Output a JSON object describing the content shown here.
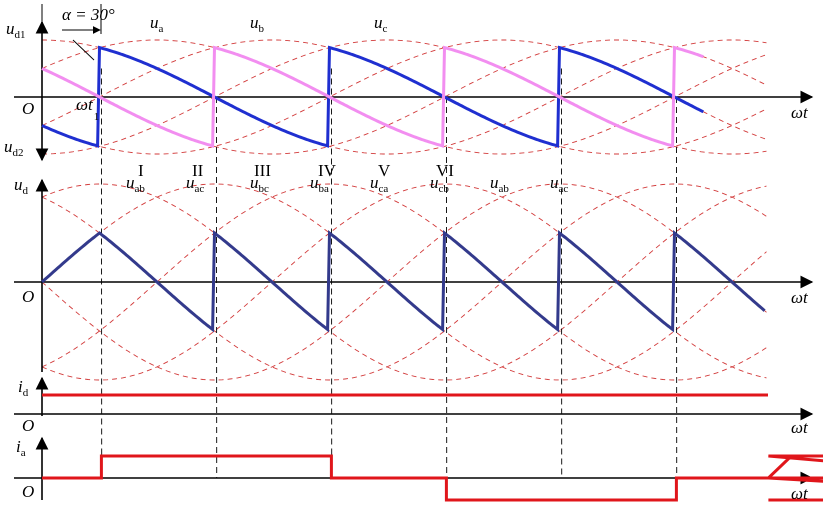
{
  "chart_data": {
    "type": "line",
    "x_axis_label": "ωt",
    "origin_label": "O",
    "firing_angle_label": "α  = 30°",
    "firing_point_label": {
      "main": "ωt",
      "sub": "1"
    },
    "panels": [
      {
        "id": "phase-voltages",
        "y_labels": [
          {
            "main": "u",
            "sub": "d1"
          },
          {
            "main": "u",
            "sub": "d2"
          }
        ],
        "phase_labels": [
          {
            "main": "u",
            "sub": "a"
          },
          {
            "main": "u",
            "sub": "b"
          },
          {
            "main": "u",
            "sub": "c"
          }
        ],
        "series": [
          {
            "role": "positive-group",
            "color": "#1f2fd0"
          },
          {
            "role": "negative-group",
            "color": "#f28ef0"
          },
          {
            "role": "phase-reference",
            "color": "#d23a3a",
            "style": "dashed"
          }
        ]
      },
      {
        "id": "line-voltage",
        "y_label": {
          "main": "u",
          "sub": "d"
        },
        "intervals": [
          "I",
          "II",
          "III",
          "IV",
          "V",
          "VI"
        ],
        "line_labels": [
          {
            "main": "u",
            "sub": "ab"
          },
          {
            "main": "u",
            "sub": "ac"
          },
          {
            "main": "u",
            "sub": "bc"
          },
          {
            "main": "u",
            "sub": "ba"
          },
          {
            "main": "u",
            "sub": "ca"
          },
          {
            "main": "u",
            "sub": "cb"
          },
          {
            "main": "u",
            "sub": "ab"
          },
          {
            "main": "u",
            "sub": "ac"
          }
        ],
        "series": [
          {
            "role": "output-voltage",
            "color": "#333a8c"
          },
          {
            "role": "line-reference",
            "color": "#d23a3a",
            "style": "dashed"
          }
        ]
      },
      {
        "id": "dc-current",
        "y_label": {
          "main": "i",
          "sub": "d"
        },
        "series": [
          {
            "role": "load-current",
            "color": "#e0161b",
            "level": 1
          }
        ]
      },
      {
        "id": "phase-a-current",
        "y_label": {
          "main": "i",
          "sub": "a"
        },
        "series": [
          {
            "role": "phase-current",
            "color": "#e0161b",
            "levels": [
              1,
              1,
              0,
              -1,
              -1,
              0,
              1,
              1,
              0,
              -1
            ]
          }
        ]
      }
    ]
  }
}
